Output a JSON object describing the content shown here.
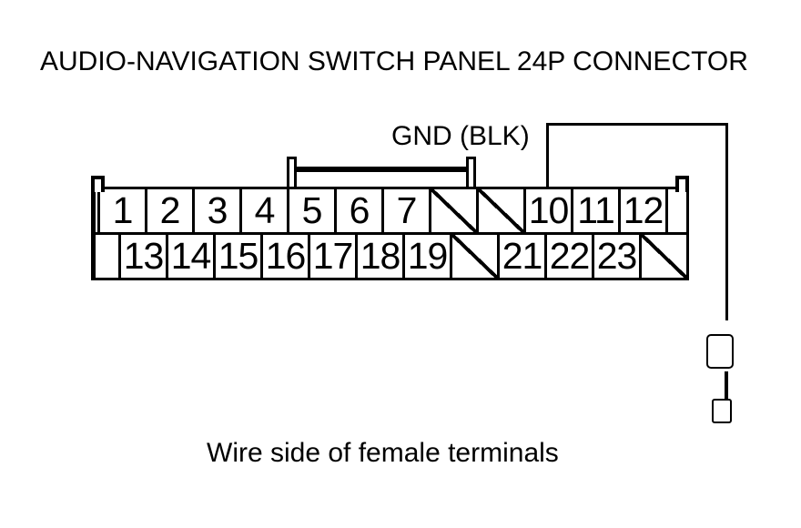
{
  "title": "AUDIO-NAVIGATION SWITCH PANEL 24P CONNECTOR",
  "caption": "Wire side of female terminals",
  "wire": {
    "label": "GND (BLK)",
    "connects_to_pin": "10"
  },
  "connector": {
    "top_row": [
      "1",
      "2",
      "3",
      "4",
      "5",
      "6",
      "7",
      "",
      "",
      "10",
      "11",
      "12",
      ""
    ],
    "bottom_row": [
      "",
      "13",
      "14",
      "15",
      "16",
      "17",
      "18",
      "19",
      "",
      "21",
      "22",
      "23",
      ""
    ],
    "top_row_blocked_indices": [
      7,
      8
    ],
    "bottom_row_blocked_indices": [
      8,
      12
    ]
  },
  "colors": {
    "line": "#000000",
    "background": "#ffffff"
  }
}
